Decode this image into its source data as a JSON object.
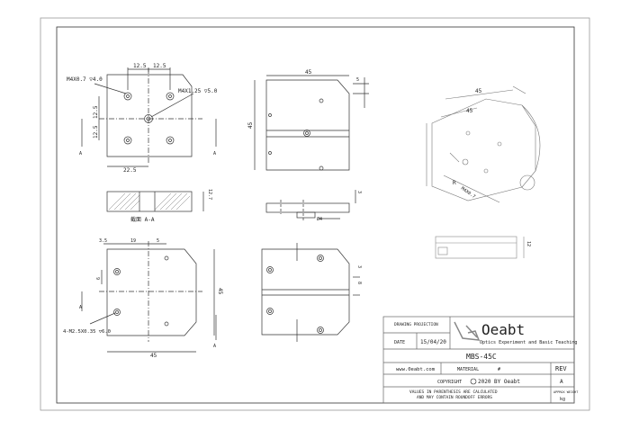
{
  "title_block": {
    "drawing_projection": "DRAWING PROJECTION",
    "date_label": "DATE",
    "date": "15/04/20",
    "logo_text": "Oeabt",
    "logo_tagline": "Optics Experiment and Basic Teaching",
    "part_number": "MBS-45C",
    "website": "www.0eabt.com",
    "material_label": "MATERIAL",
    "material_value": "#",
    "rev_label": "REV",
    "rev_value": "A",
    "copyright_label": "COPYRIGHT",
    "copyright_text": "2020 BY Oeabt",
    "note_line1": "VALUES IN PARENTHESIS ARE CALCULATED",
    "note_line2": "AND MAY CONTAIN ROUNDOFF ERRORS",
    "approx_weight_label": "APPROX WEIGHT",
    "weight_unit": "kg"
  },
  "top_left_view": {
    "dim_top_a": "12.5",
    "dim_top_b": "12.5",
    "dim_side_a": "12.5",
    "dim_side_b": "12.5",
    "dim_bottom": "22.5",
    "callout_left": "M4X0.7 ▽4.0",
    "callout_right": "M4X1.25 ▽5.0",
    "section_mark_left": "A",
    "section_mark_right": "A"
  },
  "section_view": {
    "label": "截面 A-A",
    "dim_height": "12.7"
  },
  "top_center_view": {
    "dim_width": "45",
    "dim_height": "45",
    "dim_small": "5"
  },
  "bottom_center_front": {
    "dim_hole": "Ø4",
    "dim_height": "3"
  },
  "bottom_left_view": {
    "dim_a": "3.5",
    "dim_b": "19",
    "dim_c": "5",
    "dim_side": "6",
    "dim_height": "45",
    "dim_bottom": "45",
    "callout": "4-M2.5X0.35 ▽6.0",
    "mark_left": "A",
    "mark_right": "A"
  },
  "bottom_center_view": {
    "dim_a": "8",
    "dim_b": "3"
  },
  "iso_view": {
    "dim_top": "45",
    "dim_45": "45",
    "dim_r": "R",
    "dim_diag": "M4X0.7",
    "dim_width": "12"
  }
}
